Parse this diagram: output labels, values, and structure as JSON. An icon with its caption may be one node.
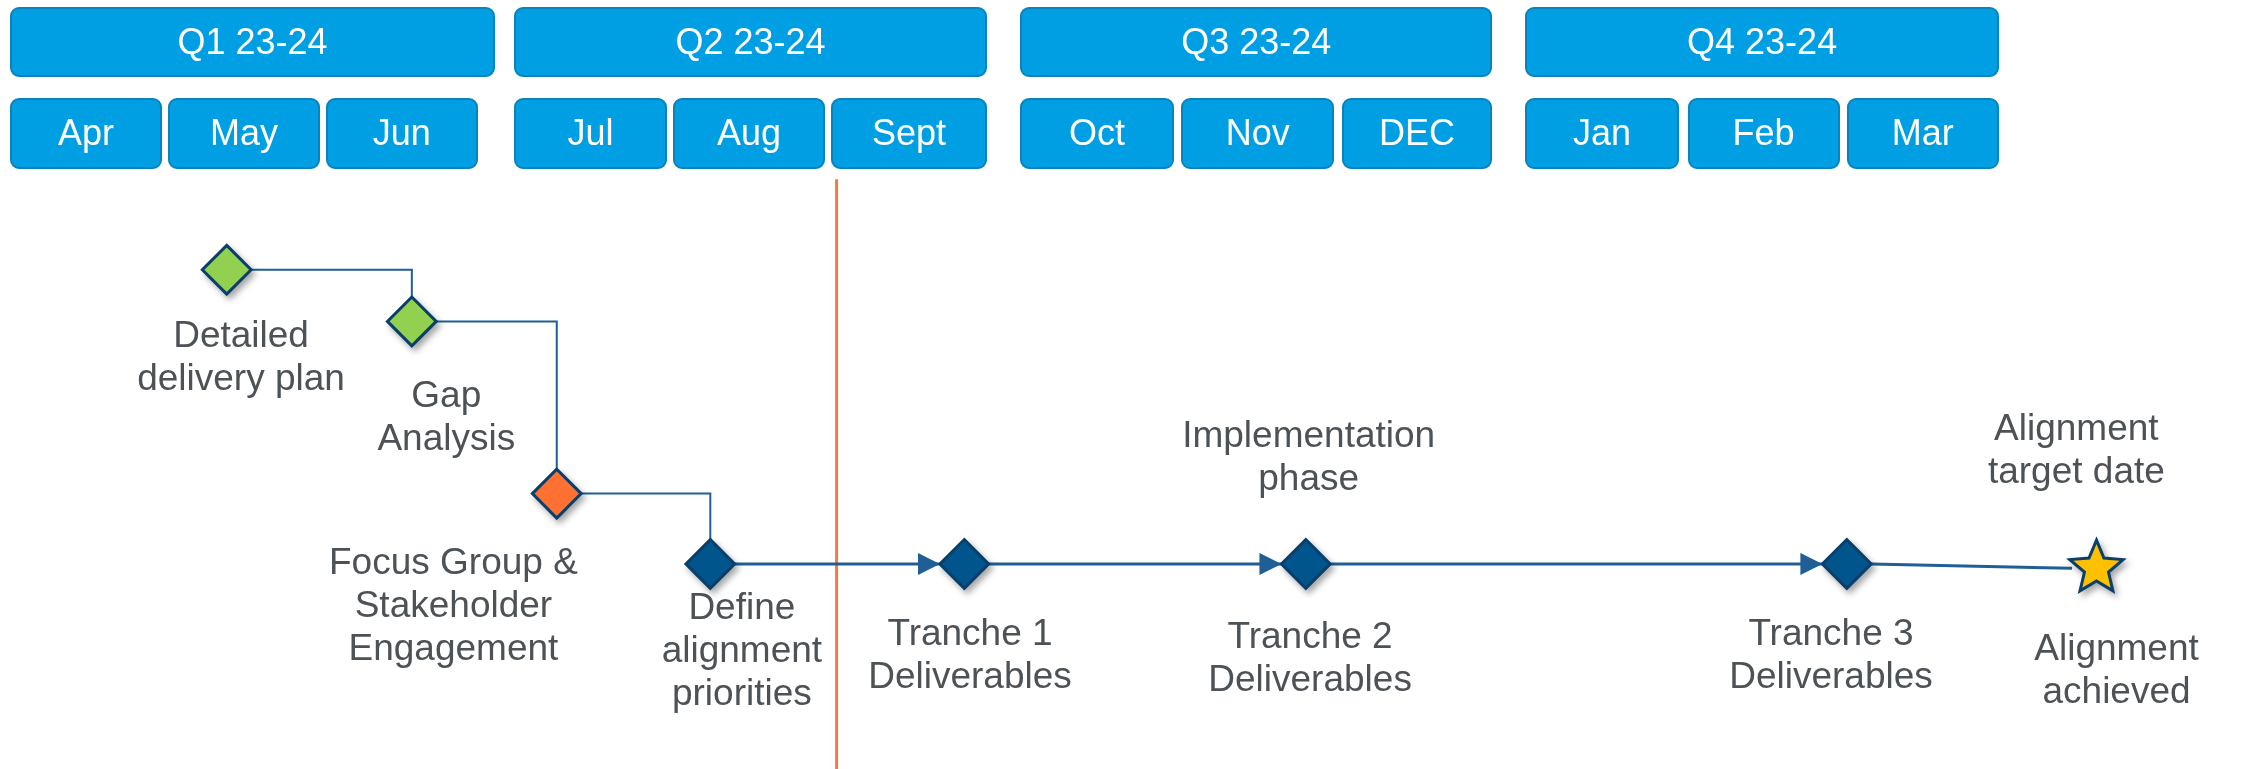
{
  "diagram": {
    "nodes": [
      {
        "text": [
          "Q1 23-24"
        ]
      },
      {
        "text": [
          "Q2 23-24"
        ]
      },
      {
        "text": [
          "Q3 23-24"
        ]
      },
      {
        "text": [
          "Q4 23-24"
        ]
      },
      {
        "text": [
          "Apr"
        ]
      },
      {
        "text": [
          "May"
        ]
      },
      {
        "text": [
          "Jun"
        ]
      },
      {
        "text": [
          "Jul"
        ]
      },
      {
        "text": [
          "Aug"
        ]
      },
      {
        "text": [
          "Sept"
        ]
      },
      {
        "text": [
          "Oct"
        ]
      },
      {
        "text": [
          "Nov"
        ]
      },
      {
        "text": [
          "DEC"
        ]
      },
      {
        "text": [
          "Jan"
        ]
      },
      {
        "text": [
          "Feb"
        ]
      },
      {
        "text": [
          "Mar"
        ]
      },
      {
        "text": [],
        "shape": "diamond",
        "beside": [
          "Detailed delivery plan"
        ]
      },
      {
        "text": [],
        "shape": "diamond",
        "beside": [
          "Gap Analysis"
        ]
      },
      {
        "text": [],
        "shape": "diamond",
        "beside": [
          "Focus Group & Stakeholder Engagement"
        ]
      },
      {
        "text": [],
        "shape": "diamond",
        "beside": [
          "Define alignment priorities"
        ]
      },
      {
        "text": [],
        "shape": "diamond",
        "beside": [
          "Tranche 1 Deliverables"
        ]
      },
      {
        "text": [],
        "shape": "diamond",
        "beside": [
          "Implementation phase",
          "Tranche 2 Deliverables"
        ]
      },
      {
        "text": [],
        "shape": "diamond",
        "beside": [
          "Tranche 3 Deliverables"
        ]
      },
      {
        "text": [],
        "shape": "star",
        "beside": [
          "Alignment target date",
          "Alignment achieved"
        ]
      }
    ],
    "edges": [
      {
        "from": 16,
        "to": 17,
        "arrow": "none"
      },
      {
        "from": 17,
        "to": 18,
        "arrow": "none"
      },
      {
        "from": 18,
        "to": 19,
        "arrow": "none"
      },
      {
        "from": 19,
        "to": 20,
        "arrow": "to"
      },
      {
        "from": 20,
        "to": 21,
        "arrow": "to"
      },
      {
        "from": 21,
        "to": 22,
        "arrow": "to"
      },
      {
        "from": 22,
        "to": 23,
        "arrow": "none"
      }
    ]
  }
}
